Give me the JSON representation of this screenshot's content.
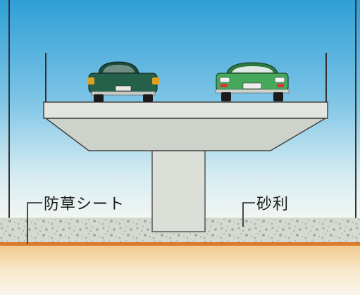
{
  "labels": {
    "weed_sheet": "防草シート",
    "gravel": "砂利"
  },
  "colors": {
    "sky_top": "#3aa7da",
    "sky_bottom": "#f4f7f6",
    "concrete": "#d9ddd6",
    "gravel": "#d2d7cf",
    "weed_sheet": "#d97a2c",
    "ground_top": "#f5dfb6",
    "car_left": "#1f5c46",
    "car_right": "#3d9a52"
  },
  "icons": {
    "car_left": "car-rear-dark-green",
    "car_right": "car-front-green"
  }
}
